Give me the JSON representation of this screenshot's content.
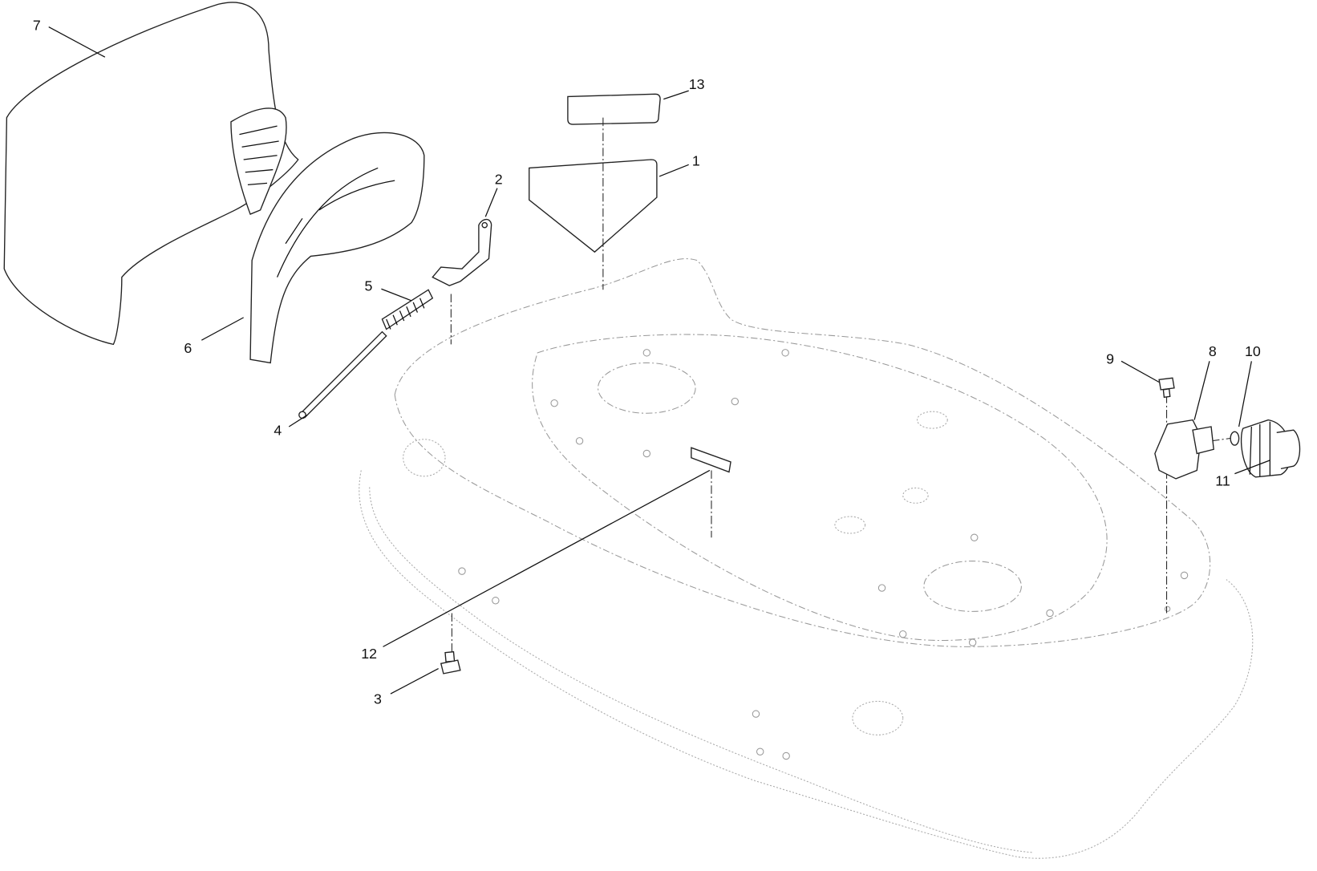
{
  "diagram": {
    "type": "exploded parts diagram",
    "callouts": [
      {
        "id": "c1",
        "label": "1"
      },
      {
        "id": "c2",
        "label": "2"
      },
      {
        "id": "c3",
        "label": "3"
      },
      {
        "id": "c4",
        "label": "4"
      },
      {
        "id": "c5",
        "label": "5"
      },
      {
        "id": "c6",
        "label": "6"
      },
      {
        "id": "c7",
        "label": "7"
      },
      {
        "id": "c8",
        "label": "8"
      },
      {
        "id": "c9",
        "label": "9"
      },
      {
        "id": "c10",
        "label": "10"
      },
      {
        "id": "c11",
        "label": "11"
      },
      {
        "id": "c12",
        "label": "12"
      },
      {
        "id": "c13",
        "label": "13"
      }
    ]
  }
}
